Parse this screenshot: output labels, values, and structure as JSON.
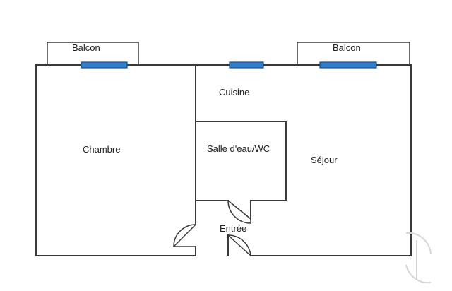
{
  "floorplan": {
    "rooms": {
      "balcon_left": "Balcon",
      "balcon_right": "Balcon",
      "cuisine": "Cuisine",
      "chambre": "Chambre",
      "salle_eau": "Salle d'eau/WC",
      "sejour": "Séjour",
      "entree": "Entrée"
    },
    "colors": {
      "walls": "#3a3a3a",
      "windows": "#2f7fcf",
      "background": "#ffffff"
    }
  }
}
